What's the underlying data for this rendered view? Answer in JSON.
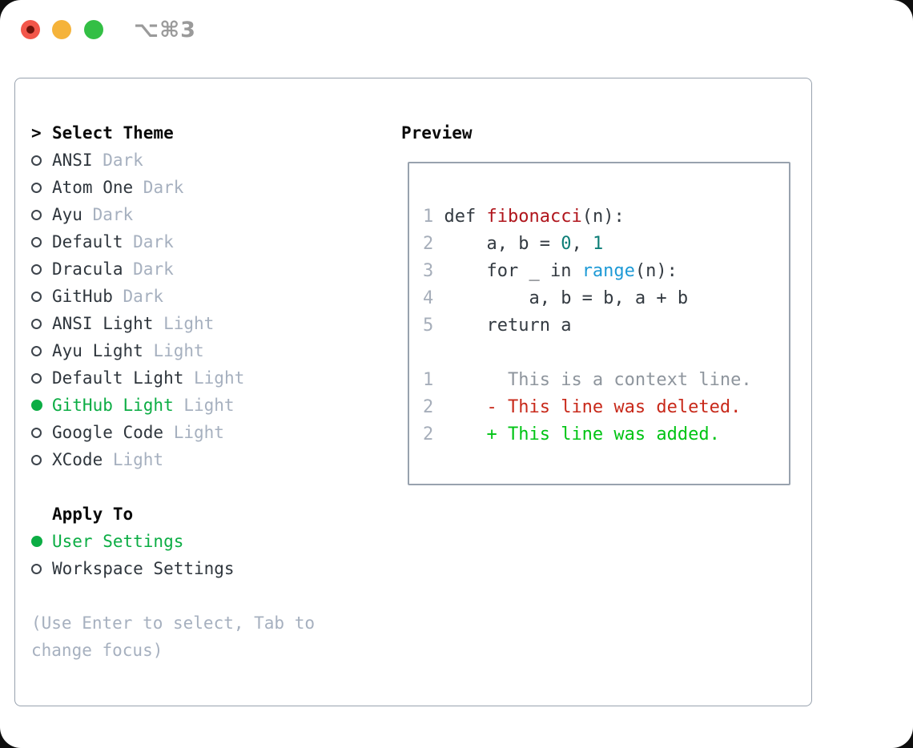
{
  "window": {
    "title": "⌥⌘3"
  },
  "titlebar": {
    "buttons": [
      {
        "name": "close",
        "color": "#f2564a"
      },
      {
        "name": "minimize",
        "color": "#f5b33a"
      },
      {
        "name": "zoom",
        "color": "#33bf45"
      }
    ]
  },
  "colors": {
    "accent_selected_green": "#0cad44",
    "added_green": "#00c414",
    "deleted_red": "#c8291a",
    "function_red": "#b0151c",
    "number_teal": "#0d7e77",
    "builtin_blue": "#1e9ad6",
    "code_plain": "#333a41",
    "keyword_dark": "#333a41",
    "muted_gray": "#a6b0bf",
    "context_gray": "#8e959d",
    "line_number_gray": "#a6aeba",
    "border_gray": "#98a2ae",
    "traffic_red": "#f2564a",
    "traffic_yellow": "#f5b33a",
    "traffic_green": "#33bf45",
    "titlebar_text": "#9a9a9a"
  },
  "select_theme": {
    "header_marker": ">",
    "header": "Select Theme",
    "items": [
      {
        "name": "ANSI",
        "tag": "Dark",
        "selected": false
      },
      {
        "name": "Atom One",
        "tag": "Dark",
        "selected": false
      },
      {
        "name": "Ayu",
        "tag": "Dark",
        "selected": false
      },
      {
        "name": "Default",
        "tag": "Dark",
        "selected": false
      },
      {
        "name": "Dracula",
        "tag": "Dark",
        "selected": false
      },
      {
        "name": "GitHub",
        "tag": "Dark",
        "selected": false
      },
      {
        "name": "ANSI Light",
        "tag": "Light",
        "selected": false
      },
      {
        "name": "Ayu Light",
        "tag": "Light",
        "selected": false
      },
      {
        "name": "Default Light",
        "tag": "Light",
        "selected": false
      },
      {
        "name": "GitHub Light",
        "tag": "Light",
        "selected": true
      },
      {
        "name": "Google Code",
        "tag": "Light",
        "selected": false
      },
      {
        "name": "XCode",
        "tag": "Light",
        "selected": false
      }
    ]
  },
  "apply_to": {
    "header": "Apply To",
    "items": [
      {
        "name": "User Settings",
        "selected": true
      },
      {
        "name": "Workspace Settings",
        "selected": false
      }
    ]
  },
  "help": {
    "line1": "(Use Enter to select, Tab to",
    "line2": "change focus)"
  },
  "preview": {
    "header": "Preview",
    "code_lines": [
      {
        "num": "1",
        "tokens": [
          [
            "def ",
            "keyword"
          ],
          [
            "fibonacci",
            "function"
          ],
          [
            "(n):",
            "plain"
          ]
        ]
      },
      {
        "num": "2",
        "tokens": [
          [
            "    a, b = ",
            "plain"
          ],
          [
            "0",
            "number"
          ],
          [
            ", ",
            "plain"
          ],
          [
            "1",
            "number"
          ]
        ]
      },
      {
        "num": "3",
        "tokens": [
          [
            "    for _ in ",
            "plain"
          ],
          [
            "range",
            "builtin"
          ],
          [
            "(n):",
            "plain"
          ]
        ]
      },
      {
        "num": "4",
        "tokens": [
          [
            "        a, b = b, a + b",
            "plain"
          ]
        ]
      },
      {
        "num": "5",
        "tokens": [
          [
            "    return a",
            "plain"
          ]
        ]
      },
      {
        "num": "",
        "tokens": []
      },
      {
        "num": "1",
        "tokens": [
          [
            "      This is a context line.",
            "context"
          ]
        ]
      },
      {
        "num": "2",
        "tokens": [
          [
            "    - This line was deleted.",
            "deleted"
          ]
        ]
      },
      {
        "num": "2",
        "tokens": [
          [
            "    + This line was added.",
            "added"
          ]
        ]
      }
    ]
  }
}
